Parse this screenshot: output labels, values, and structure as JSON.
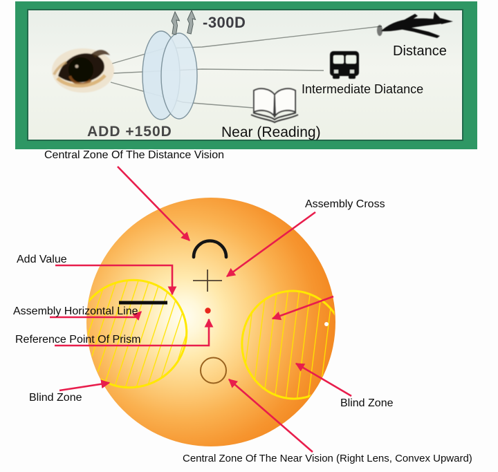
{
  "top_panel": {
    "frame_color": "#2e9764",
    "panel_bg": "#edf2e9",
    "labels": {
      "lens_power": "-300D",
      "add_power": "ADD +150D",
      "distance": "Distance",
      "intermediate": "Intermediate Diatance",
      "near": "Near (Reading)"
    },
    "icons": {
      "eye": "eye-icon",
      "lens": "bifocal-lens-icon",
      "up_arrows": "jagged-up-arrows-icon",
      "airplane": "airplane-icon",
      "bus": "bus-icon",
      "book": "open-book-icon"
    }
  },
  "lens_diagram": {
    "colors": {
      "edge_orange": "#f2851e",
      "core_highlight": "#fffdf2",
      "hatch_yellow": "#ffe400",
      "leader_red": "#e81d4c",
      "marking_black": "#141414",
      "prism_dot_red": "#e8271c",
      "near_circle_brown": "#99621f"
    },
    "labels": {
      "distance_zone": "Central Zone Of The Distance Vision",
      "assembly_cross": "Assembly Cross",
      "add_value": "Add Value",
      "assembly_horizontal_line": "Assembly Horizontal Line",
      "reference_point_of_prism": "Reference Point Of Prism",
      "blind_zone_left": "Blind Zone",
      "blind_zone_right": "Blind Zone",
      "near_zone": "Central Zone Of The Near Vision (Right Lens, Convex Upward)"
    }
  }
}
